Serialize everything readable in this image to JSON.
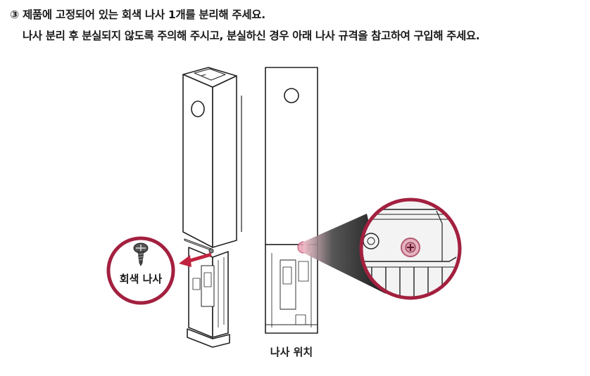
{
  "instructions": {
    "step_number": "③",
    "step_text": "제품에 고정되어 있는 회색 나사 1개를 분리해 주세요.",
    "note_text": "나사 분리 후 분실되지 않도록 주의해 주시고, 분실하신 경우 아래 나사 규격을 참고하여 구입해 주세요."
  },
  "figure": {
    "screw_label": "회색 나사",
    "location_label": "나사 위치"
  },
  "colors": {
    "callout_ring": "#a3203f",
    "highlight": "#e8a0b4",
    "line": "#222222",
    "callout_fill": "#f1f1f1"
  }
}
